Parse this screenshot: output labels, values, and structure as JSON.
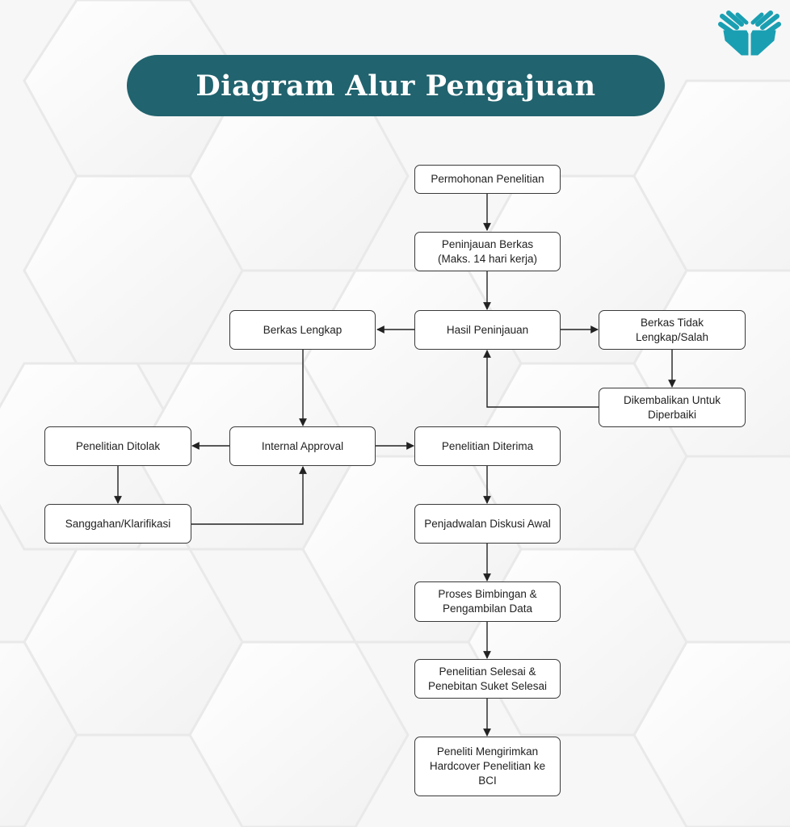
{
  "title": "Diagram Alur Pengajuan",
  "logo": {
    "icon": "hands-heart-logo-icon",
    "color": "#1aa0b3"
  },
  "colors": {
    "title_bg": "#21636e",
    "title_text": "#ffffff",
    "node_border": "#3a3a3a",
    "edge": "#222222"
  },
  "nodes": {
    "permohonan": "Permohonan Penelitian",
    "peninjauan": "Peninjauan Berkas\n(Maks. 14 hari kerja)",
    "hasil": "Hasil Peninjauan",
    "lengkap": "Berkas Lengkap",
    "tidak_lengkap": "Berkas Tidak\nLengkap/Salah",
    "dikembalikan": "Dikembalikan Untuk\nDiperbaiki",
    "internal": "Internal Approval",
    "ditolak": "Penelitian Ditolak",
    "sanggahan": "Sanggahan/Klarifikasi",
    "diterima": "Penelitian Diterima",
    "penjadwalan": "Penjadwalan Diskusi Awal",
    "bimbingan": "Proses Bimbingan &\nPengambilan Data",
    "selesai": "Penelitian Selesai &\nPenebitan Suket Selesai",
    "hardcover": "Peneliti Mengirimkan\nHardcover Penelitian ke\nBCI"
  },
  "edges": [
    {
      "from": "permohonan",
      "to": "peninjauan"
    },
    {
      "from": "peninjauan",
      "to": "hasil"
    },
    {
      "from": "hasil",
      "to": "lengkap"
    },
    {
      "from": "hasil",
      "to": "tidak_lengkap"
    },
    {
      "from": "tidak_lengkap",
      "to": "dikembalikan"
    },
    {
      "from": "dikembalikan",
      "to": "hasil"
    },
    {
      "from": "lengkap",
      "to": "internal"
    },
    {
      "from": "internal",
      "to": "ditolak"
    },
    {
      "from": "internal",
      "to": "diterima"
    },
    {
      "from": "ditolak",
      "to": "sanggahan"
    },
    {
      "from": "sanggahan",
      "to": "internal"
    },
    {
      "from": "diterima",
      "to": "penjadwalan"
    },
    {
      "from": "penjadwalan",
      "to": "bimbingan"
    },
    {
      "from": "bimbingan",
      "to": "selesai"
    },
    {
      "from": "selesai",
      "to": "hardcover"
    }
  ]
}
